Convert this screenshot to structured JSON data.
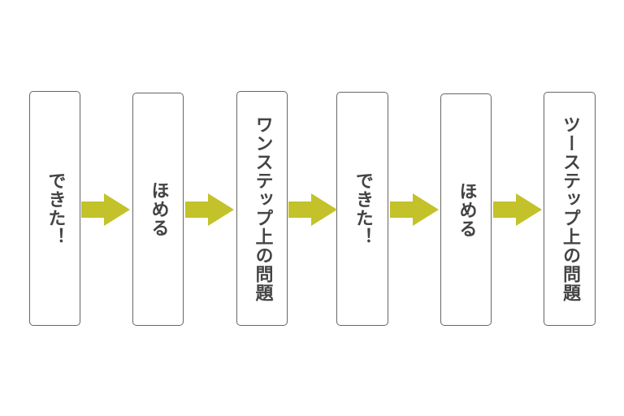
{
  "steps": [
    {
      "label": "できた！"
    },
    {
      "label": "ほめる"
    },
    {
      "label": "ワンステップ上の問題"
    },
    {
      "label": "できた！"
    },
    {
      "label": "ほめる"
    },
    {
      "label": "ツーステップ上の問題"
    }
  ],
  "colors": {
    "arrow": "#c3c22a",
    "border": "#666666",
    "text": "#444444"
  }
}
